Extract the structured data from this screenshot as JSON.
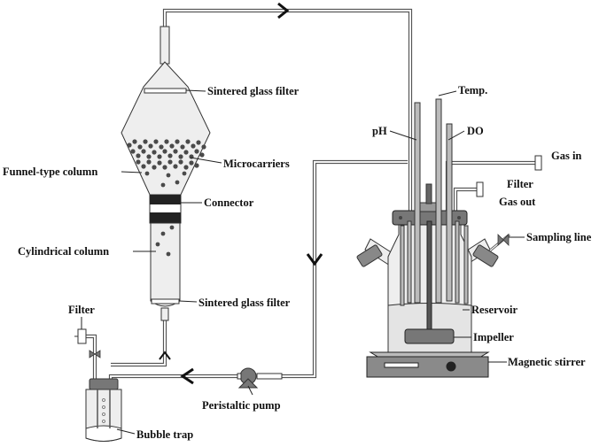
{
  "labels": {
    "sintered_filter_top": "Sintered glass filter",
    "microcarriers": "Microcarriers",
    "funnel_column": "Funnel-type column",
    "connector": "Connector",
    "cylindrical_column": "Cylindrical column",
    "sintered_filter_bottom": "Sintered glass filter",
    "filter_left": "Filter",
    "bubble_trap": "Bubble trap",
    "peristaltic_pump": "Peristaltic pump",
    "ph": "pH",
    "temp": "Temp.",
    "do": "DO",
    "gas_in": "Gas in",
    "filter_right": "Filter",
    "gas_out": "Gas out",
    "sampling_line": "Sampling line",
    "reservoir": "Reservoir",
    "impeller": "Impeller",
    "magnetic_stirrer": "Magnetic stirrer"
  },
  "colors": {
    "tube_outline": "#555555",
    "glass_fill": "#eeeeee",
    "connector_band": "#222222",
    "stirrer_body": "#8a8a8a",
    "microcarrier": "#4a4a4a"
  }
}
